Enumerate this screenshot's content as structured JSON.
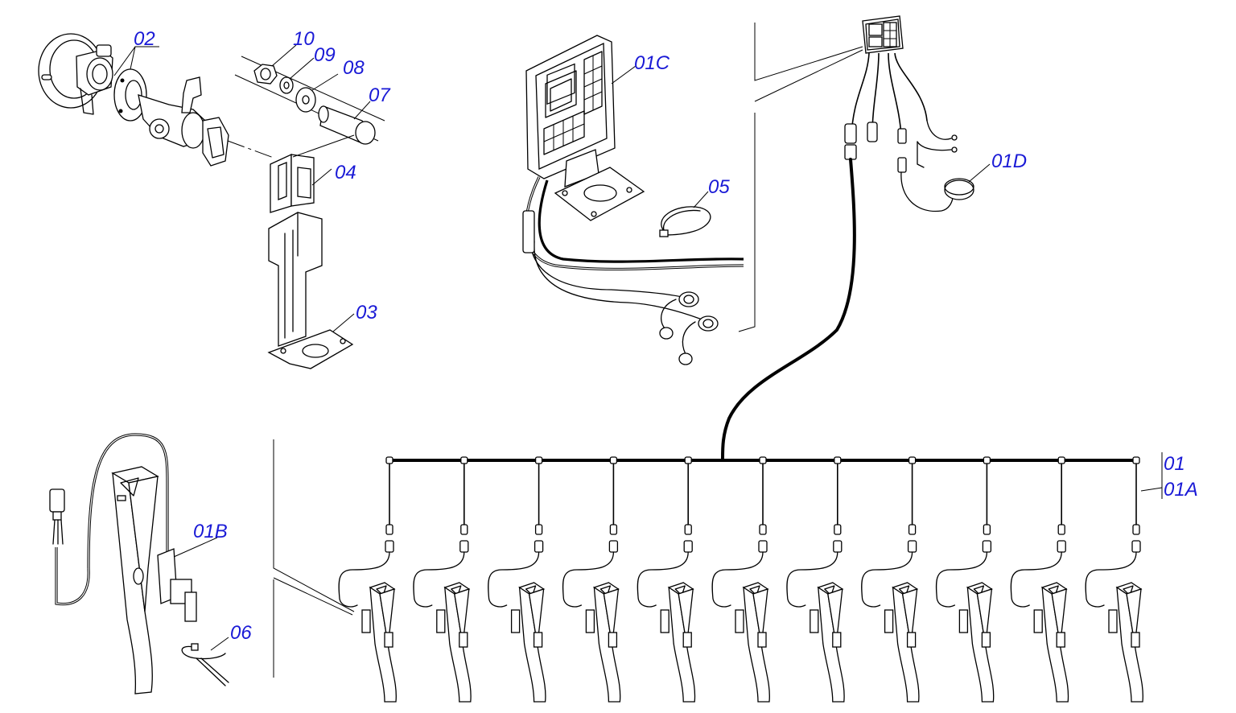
{
  "labels": {
    "p02": "02",
    "p10": "10",
    "p09": "09",
    "p08": "08",
    "p07": "07",
    "p04": "04",
    "p03": "03",
    "p01C": "01C",
    "p05": "05",
    "p01D": "01D",
    "p01B": "01B",
    "p06": "06",
    "p01": "01",
    "p01A": "01A"
  },
  "colors": {
    "callout_text": "#1a1ad6",
    "line_art": "#000000",
    "background": "#ffffff"
  },
  "harness": {
    "sensor_count": 11
  }
}
